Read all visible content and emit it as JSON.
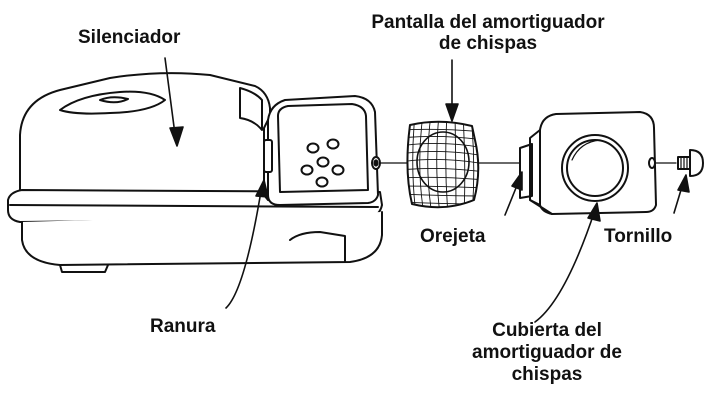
{
  "labels": {
    "muffler": "Silenciador",
    "screen_line1": "Pantalla del amortiguador",
    "screen_line2": "de chispas",
    "slot": "Ranura",
    "tab": "Orejeta",
    "screw": "Tornillo",
    "cover_line1": "Cubierta del",
    "cover_line2": "amortiguador de",
    "cover_line3": "chispas"
  },
  "colors": {
    "ink": "#111111",
    "paper": "#ffffff"
  }
}
